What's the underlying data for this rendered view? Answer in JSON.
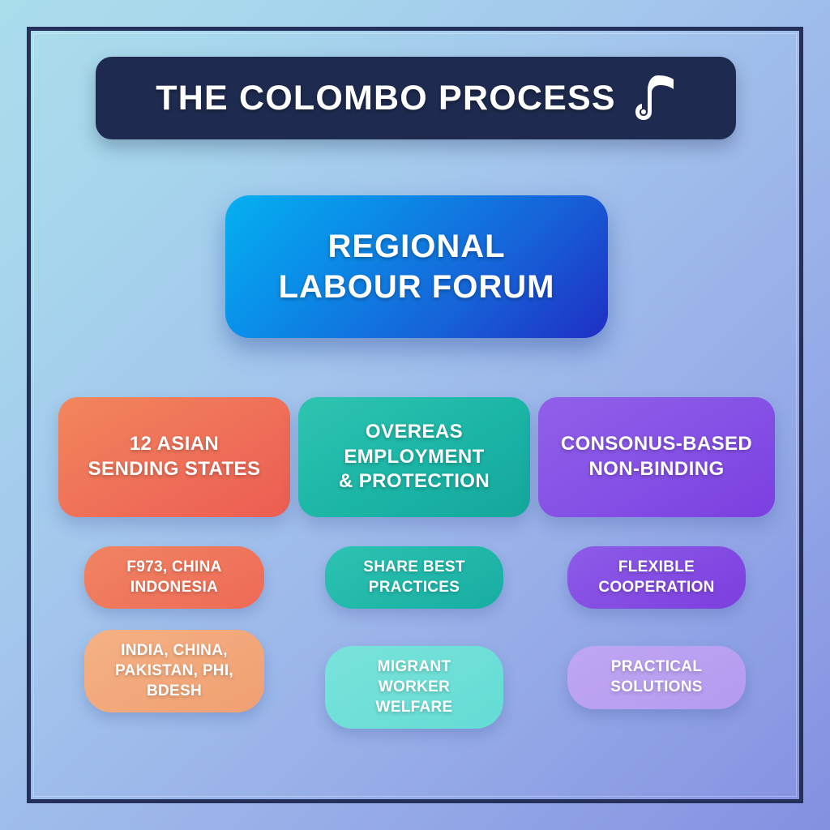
{
  "poster": {
    "background_from": "#abdeeb",
    "background_to": "#8490e1",
    "frame_color": "#24305a"
  },
  "header": {
    "title": "THE COLOMBO PROCESS",
    "emblem_icon": "ornamental-flag-glyph",
    "background_color": "#1e2a4f"
  },
  "hero": {
    "line_1": "REGIONAL",
    "line_2": "LABOUR FORUM",
    "gradient_from": "#05b0f0",
    "gradient_to": "#1f2fc4"
  },
  "columns": [
    {
      "accent_color": "#ef6f58",
      "pillar": {
        "line_1": "12 ASIAN",
        "line_2": "SENDING STATES"
      },
      "sub_a": {
        "line_1": "F973, CHINA",
        "line_2": "INDONESIA"
      },
      "sub_b": {
        "line_1": "INDIA, CHINA,",
        "line_2": "PAKISTAN, PHI,",
        "line_3": "BDESH"
      }
    },
    {
      "accent_color": "#1bb5a6",
      "pillar": {
        "line_1": "OVEREAS",
        "line_2": "EMPLOYMENT",
        "line_3": "& PROTECTION"
      },
      "sub_a": {
        "line_1": "SHARE BEST",
        "line_2": "PRACTICES"
      },
      "sub_b": {
        "line_1": "MIGRANT WORKER",
        "line_2": "WELFARE"
      }
    },
    {
      "accent_color": "#8550e6",
      "pillar": {
        "line_1": "CONSONUS-BASED",
        "line_2": "NON-BINDING"
      },
      "sub_a": {
        "line_1": "FLEXIBLE",
        "line_2": "COOPERATION"
      },
      "sub_b": {
        "line_1": "PRACTICAL",
        "line_2": "SOLUTIONS"
      }
    }
  ]
}
